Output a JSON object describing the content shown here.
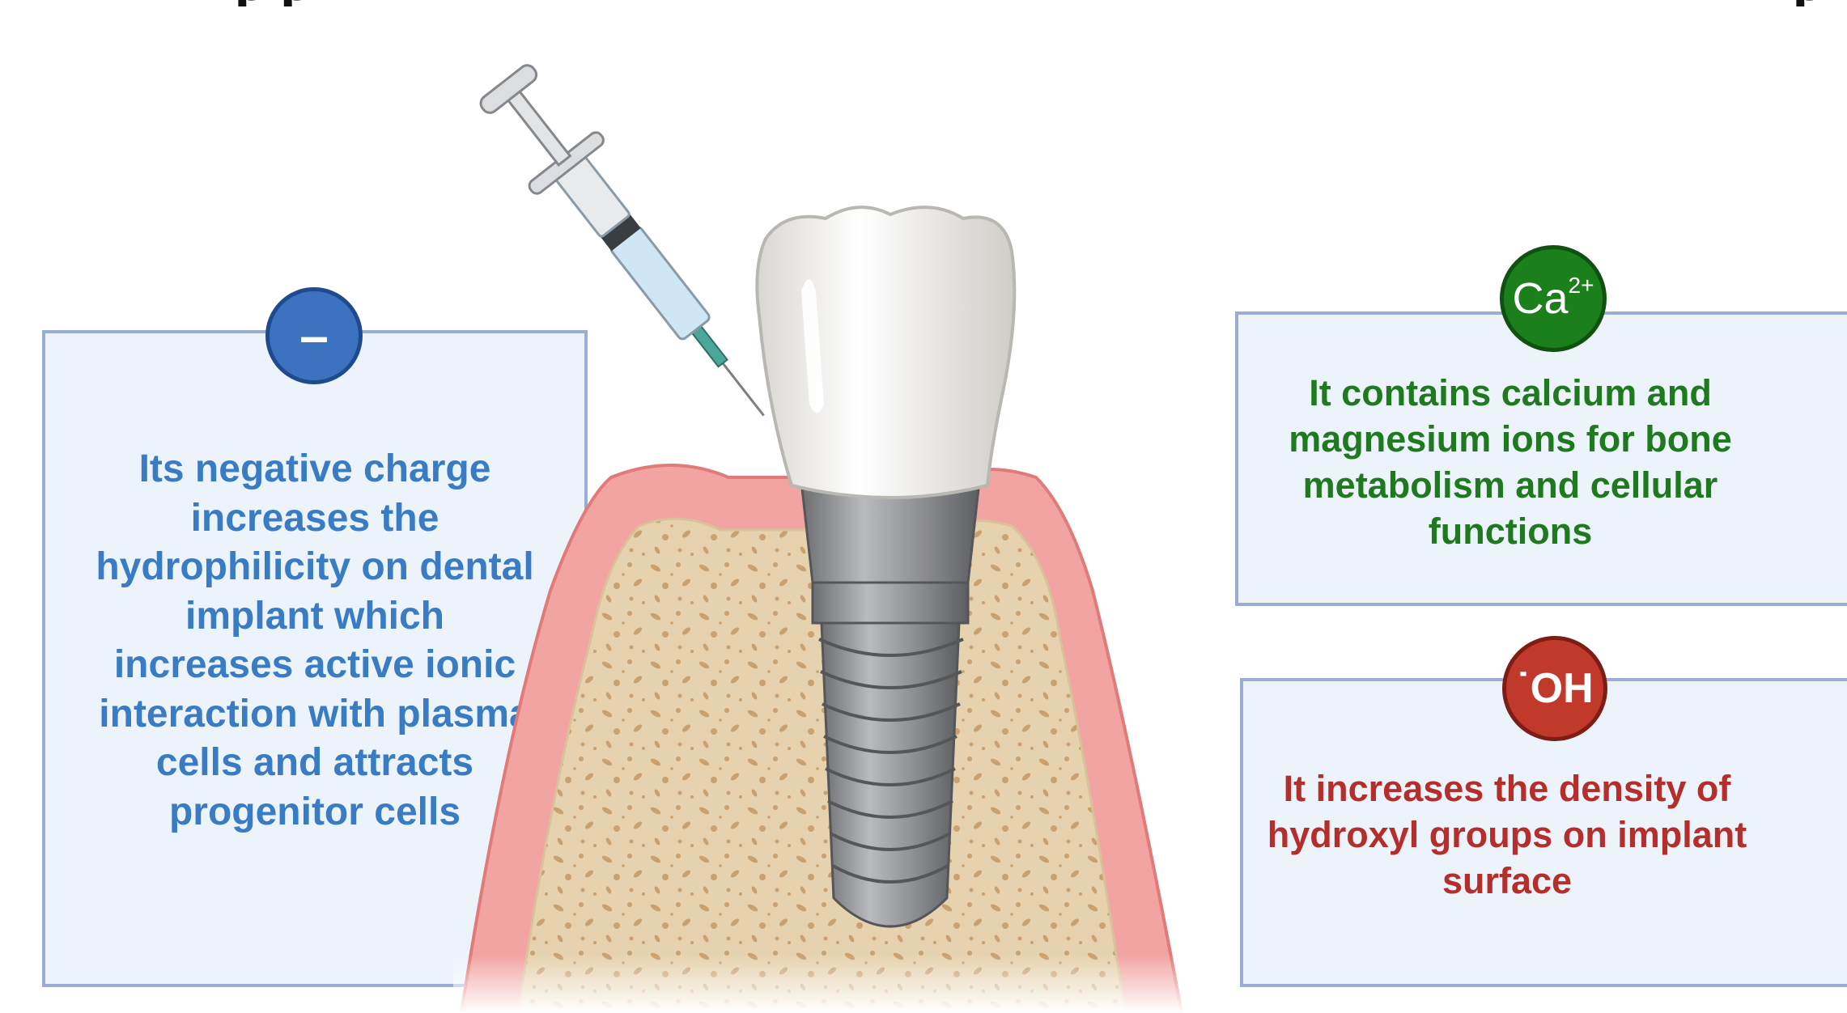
{
  "header": {
    "title_left": "p p",
    "title_right": "p"
  },
  "negative_charge": {
    "badge_symbol": "–",
    "description": "Its negative charge\nincreases the\nhydrophilicity on dental\nimplant which\nincreases active ionic\ninteraction with plasma\ncells and attracts\nprogenitor cells",
    "color": "#3a7cc4"
  },
  "calcium": {
    "badge_symbol": "Ca",
    "badge_charge": "2+",
    "description": "It contains calcium and\nmagnesium ions for bone\nmetabolism and cellular\nfunctions",
    "color": "#1f7a1f"
  },
  "hydroxyl": {
    "badge_symbol": "˙OH",
    "description": "It increases the density of\nhydroxyl groups on implant\nsurface",
    "color": "#b42e2b"
  },
  "illustration": {
    "items": [
      "syringe-icon",
      "tooth-crown-icon",
      "implant-screw-icon",
      "bone-icon",
      "gum-icon"
    ]
  }
}
